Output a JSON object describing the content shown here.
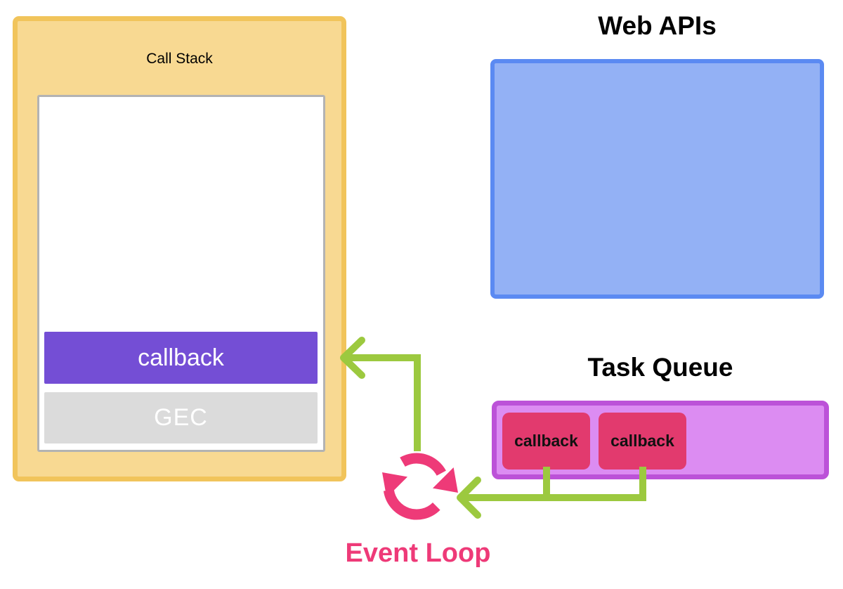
{
  "diagram": {
    "call_stack": {
      "title": "Call Stack",
      "frames": [
        {
          "label": "callback"
        },
        {
          "label": "GEC"
        }
      ]
    },
    "web_apis": {
      "title": "Web APIs"
    },
    "task_queue": {
      "title": "Task Queue",
      "items": [
        {
          "label": "callback"
        },
        {
          "label": "callback"
        }
      ]
    },
    "event_loop": {
      "label": "Event Loop",
      "icon": "cycle-arrows-icon"
    },
    "arrows": [
      {
        "name": "task-queue-to-event-loop",
        "color_key": "arrow_green"
      },
      {
        "name": "event-loop-to-call-stack",
        "color_key": "arrow_green"
      }
    ]
  },
  "colors": {
    "callstack_fill": "#f8d992",
    "callstack_border": "#f1c45b",
    "stack_inner_fill": "#ffffff",
    "stack_inner_border": "#b3b3b3",
    "frame_callback_fill": "#744ed5",
    "frame_gec_fill": "#dbdbdb",
    "frame_text": "#ffffff",
    "webapis_fill": "#93b1f5",
    "webapis_border": "#5b8af2",
    "taskqueue_fill": "#dc8cf2",
    "taskqueue_border": "#bc52d8",
    "queue_callback_fill": "#e23a6e",
    "queue_callback_text": "#111111",
    "arrow_green": "#9cc93f",
    "eventloop_pink": "#ee3a78",
    "title_text": "#000000"
  }
}
